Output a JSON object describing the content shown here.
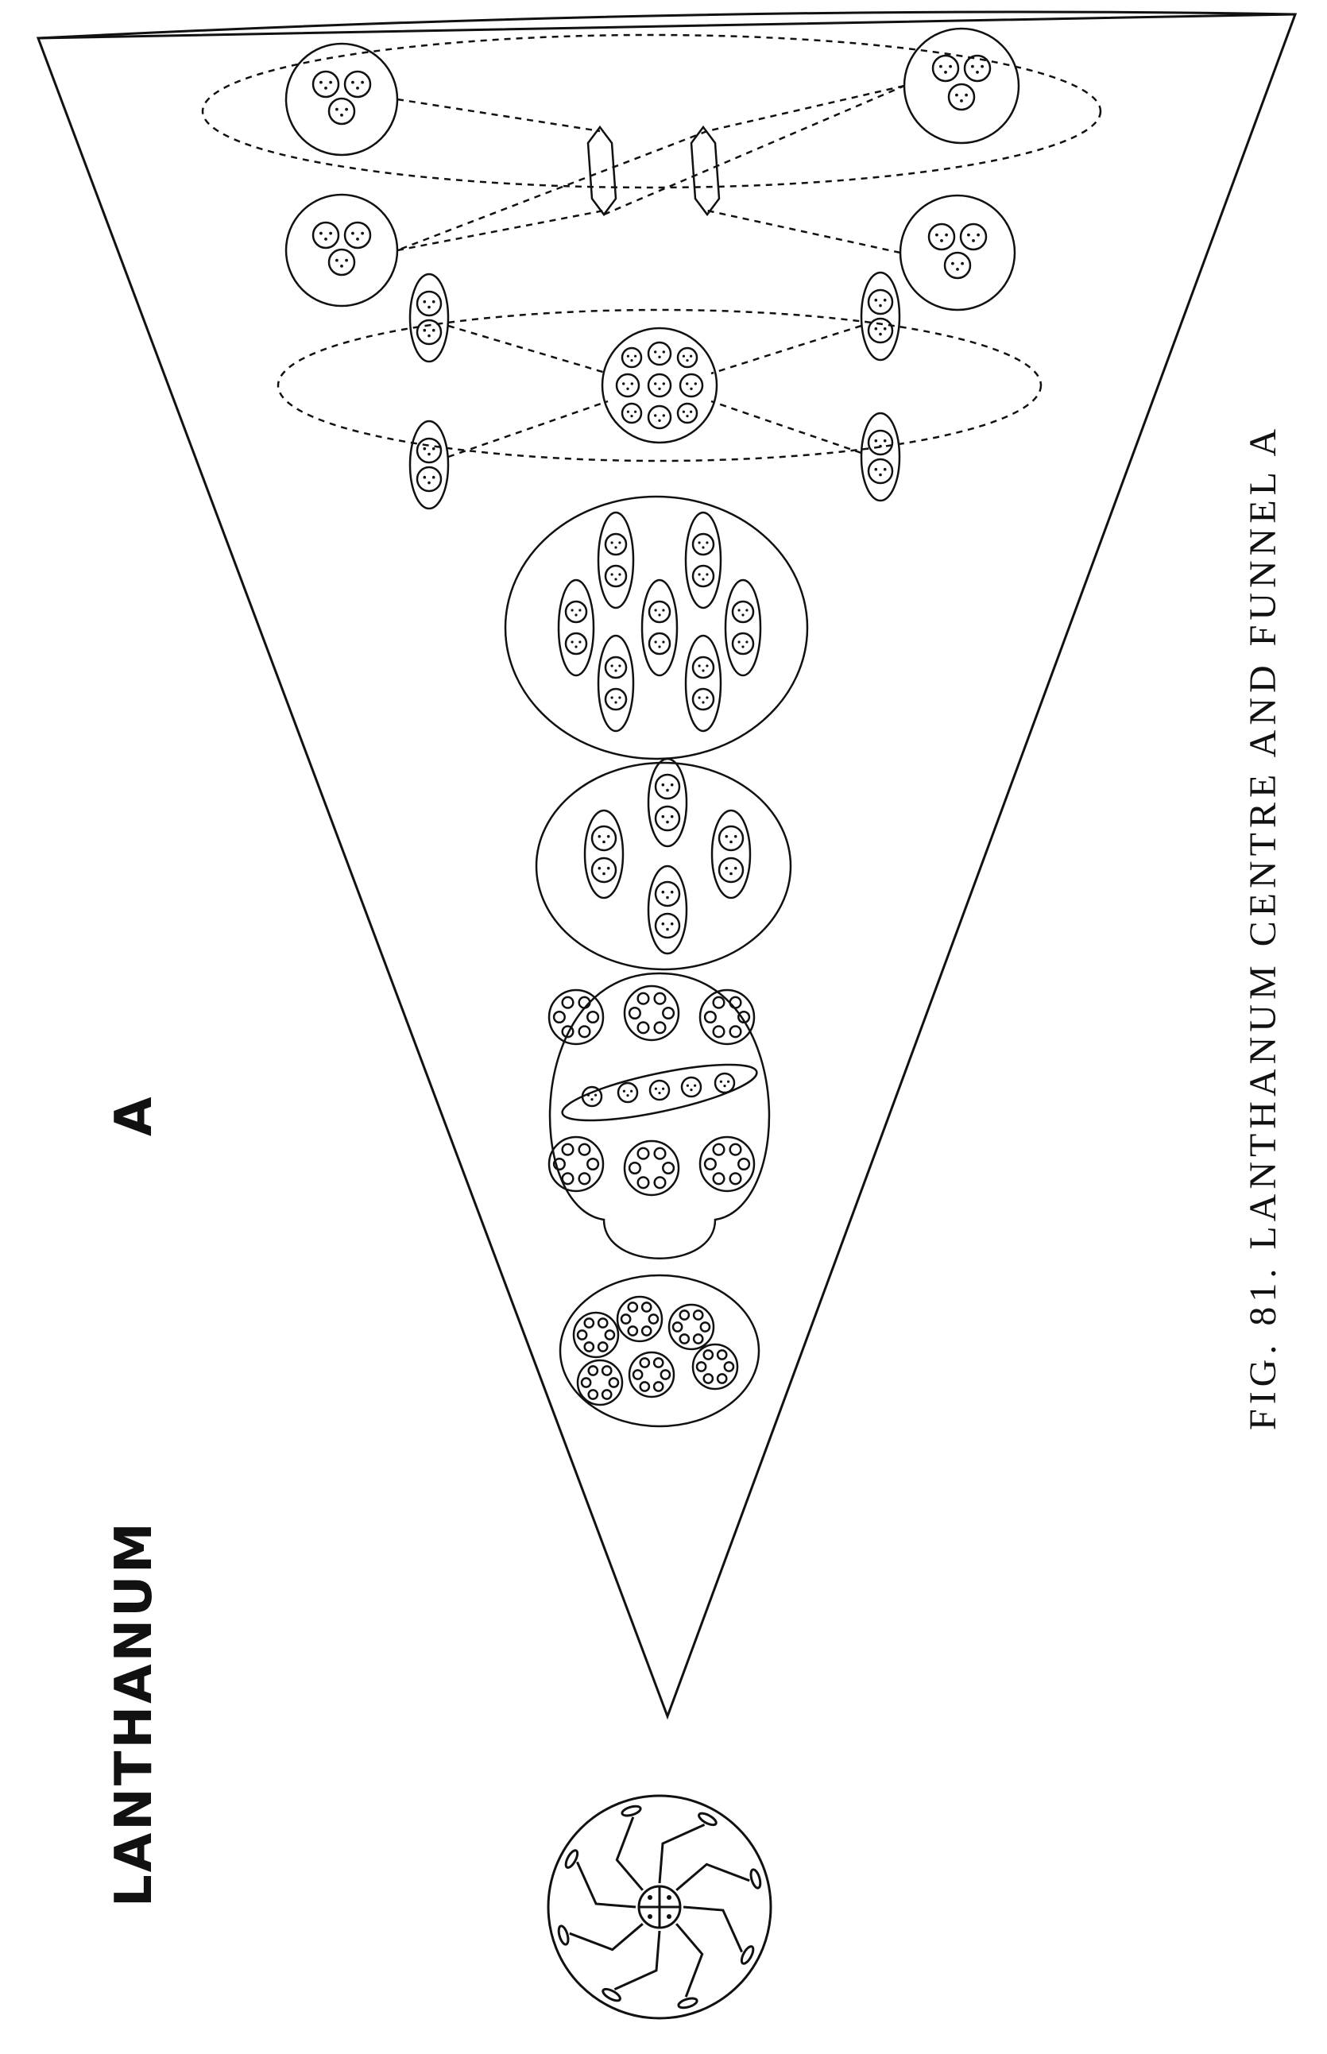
{
  "labels": {
    "element": "LANTHANUM",
    "funnel_letter": "A",
    "caption": "FIG. 81. LANTHANUM CENTRE AND FUNNEL A"
  },
  "colors": {
    "ink": "#111111",
    "paper": "#ffffff"
  }
}
